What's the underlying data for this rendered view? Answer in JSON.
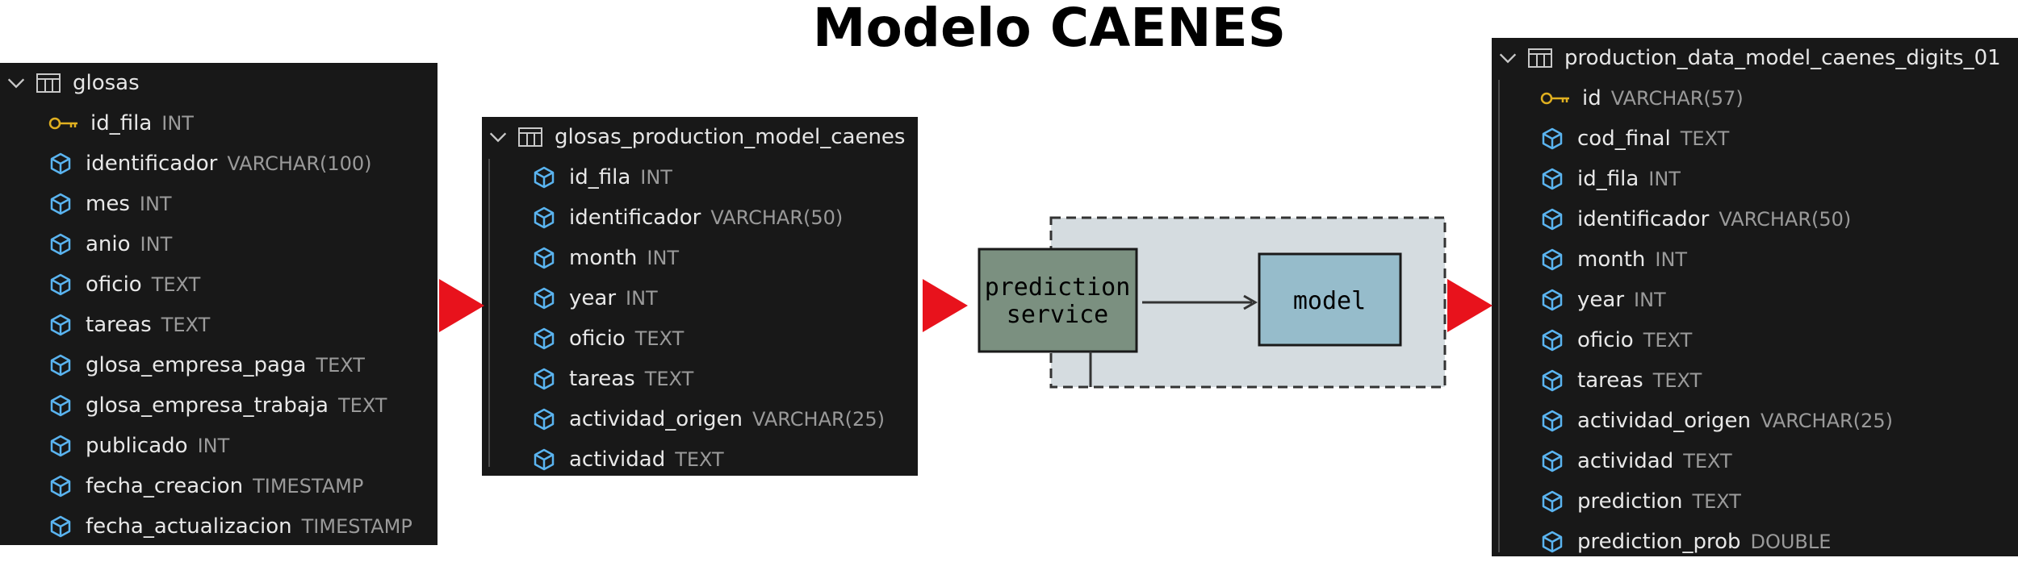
{
  "title": "Modelo CAENES",
  "tables": [
    {
      "name": "glosas",
      "columns": [
        {
          "name": "id_fila",
          "type": "INT",
          "icon": "key-icon"
        },
        {
          "name": "identificador",
          "type": "VARCHAR(100)",
          "icon": "column-icon"
        },
        {
          "name": "mes",
          "type": "INT",
          "icon": "column-icon"
        },
        {
          "name": "anio",
          "type": "INT",
          "icon": "column-icon"
        },
        {
          "name": "oficio",
          "type": "TEXT",
          "icon": "column-icon"
        },
        {
          "name": "tareas",
          "type": "TEXT",
          "icon": "column-icon"
        },
        {
          "name": "glosa_empresa_paga",
          "type": "TEXT",
          "icon": "column-icon"
        },
        {
          "name": "glosa_empresa_trabaja",
          "type": "TEXT",
          "icon": "column-icon"
        },
        {
          "name": "publicado",
          "type": "INT",
          "icon": "column-icon"
        },
        {
          "name": "fecha_creacion",
          "type": "TIMESTAMP",
          "icon": "column-icon"
        },
        {
          "name": "fecha_actualizacion",
          "type": "TIMESTAMP",
          "icon": "column-icon"
        }
      ]
    },
    {
      "name": "glosas_production_model_caenes",
      "columns": [
        {
          "name": "id_fila",
          "type": "INT",
          "icon": "column-icon"
        },
        {
          "name": "identificador",
          "type": "VARCHAR(50)",
          "icon": "column-icon"
        },
        {
          "name": "month",
          "type": "INT",
          "icon": "column-icon"
        },
        {
          "name": "year",
          "type": "INT",
          "icon": "column-icon"
        },
        {
          "name": "oficio",
          "type": "TEXT",
          "icon": "column-icon"
        },
        {
          "name": "tareas",
          "type": "TEXT",
          "icon": "column-icon"
        },
        {
          "name": "actividad_origen",
          "type": "VARCHAR(25)",
          "icon": "column-icon"
        },
        {
          "name": "actividad",
          "type": "TEXT",
          "icon": "column-icon"
        }
      ]
    },
    {
      "name": "production_data_model_caenes_digits_01",
      "columns": [
        {
          "name": "id",
          "type": "VARCHAR(57)",
          "icon": "key-icon"
        },
        {
          "name": "cod_final",
          "type": "TEXT",
          "icon": "column-icon"
        },
        {
          "name": "id_fila",
          "type": "INT",
          "icon": "column-icon"
        },
        {
          "name": "identificador",
          "type": "VARCHAR(50)",
          "icon": "column-icon"
        },
        {
          "name": "month",
          "type": "INT",
          "icon": "column-icon"
        },
        {
          "name": "year",
          "type": "INT",
          "icon": "column-icon"
        },
        {
          "name": "oficio",
          "type": "TEXT",
          "icon": "column-icon"
        },
        {
          "name": "tareas",
          "type": "TEXT",
          "icon": "column-icon"
        },
        {
          "name": "actividad_origen",
          "type": "VARCHAR(25)",
          "icon": "column-icon"
        },
        {
          "name": "actividad",
          "type": "TEXT",
          "icon": "column-icon"
        },
        {
          "name": "prediction",
          "type": "TEXT",
          "icon": "column-icon"
        },
        {
          "name": "prediction_prob",
          "type": "DOUBLE",
          "icon": "column-icon"
        }
      ]
    }
  ],
  "service": {
    "line1": "prediction",
    "line2": "service",
    "model": "model"
  },
  "colors": {
    "panel_bg": "#181818",
    "column_icon": "#5ab4f0",
    "key_icon": "#e0b020",
    "arrow": "#e8121c",
    "service_box": "#7b9080",
    "model_box": "#96bccb",
    "container_bg": "#d5dce0"
  }
}
